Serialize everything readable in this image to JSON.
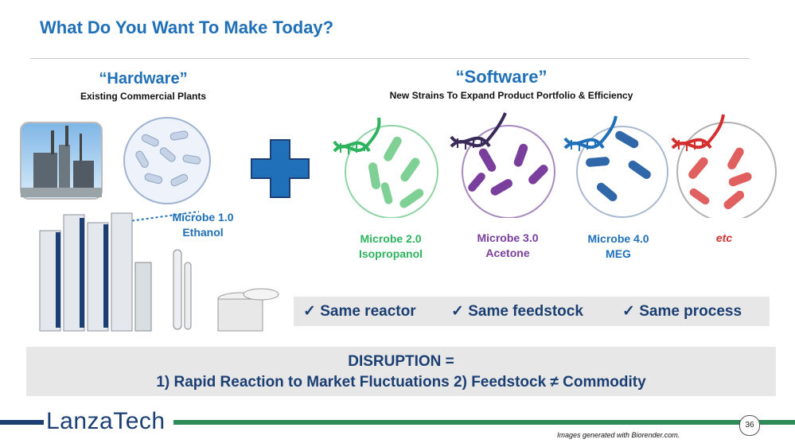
{
  "title": "What Do You Want To Make Today?",
  "hardware": {
    "title": "“Hardware”",
    "subtitle": "Existing Commercial Plants"
  },
  "software": {
    "title": "“Software”",
    "subtitle": "New Strains To Expand Product Portfolio & Efficiency"
  },
  "microbes": [
    {
      "name": "Microbe 1.0",
      "product": "Ethanol",
      "color": "#1f70b8"
    },
    {
      "name": "Microbe 2.0",
      "product": "Isopropanol",
      "color": "#2db35d"
    },
    {
      "name": "Microbe 3.0",
      "product": "Acetone",
      "color": "#7a3e9d"
    },
    {
      "name": "Microbe 4.0",
      "product": "MEG",
      "color": "#1f70b8"
    },
    {
      "name": "etc",
      "product": "",
      "color": "#d32f2f"
    }
  ],
  "checks": {
    "mark": "✓",
    "items": [
      "Same reactor",
      "Same feedstock",
      "Same process"
    ]
  },
  "disruption": {
    "line1": "DISRUPTION =",
    "line2": "1) Rapid Reaction to Market Fluctuations 2) Feedstock ≠ Commodity"
  },
  "footer": {
    "logo": "LanzaTech",
    "page": "36",
    "credit": "Images generated with Biorender.com."
  },
  "colors": {
    "blue": "#1f70b8",
    "navy": "#1b3f72",
    "green": "#2e8b57",
    "gray_box": "#e7e7e7"
  }
}
